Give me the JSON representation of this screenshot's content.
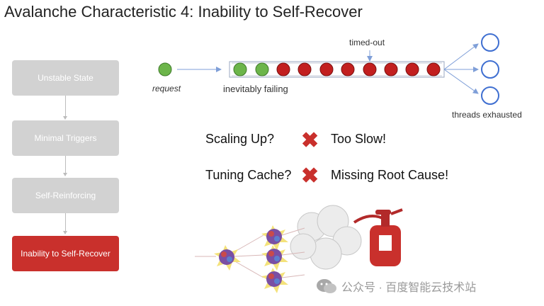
{
  "title": "Avalanche Characteristic 4: Inability to Self-Recover",
  "steps": [
    "Unstable State",
    "Minimal Triggers",
    "Self-Reinforcing",
    "Inability to Self-Recover"
  ],
  "pipeline": {
    "request_label": "request",
    "failing_label": "inevitably failing",
    "timeout_label": "timed-out",
    "threads_label": "threads exhausted"
  },
  "statements": [
    {
      "question": "Scaling Up?",
      "answer": "Too Slow!"
    },
    {
      "question": "Tuning Cache?",
      "answer": "Missing Root Cause!"
    }
  ],
  "watermark": "公众号 · 百度智能云技术站",
  "colors": {
    "green": "#6cb54a",
    "red": "#c21f1f",
    "blue": "#3f6fd1",
    "step_gray": "#d2d2d2",
    "step_red": "#c9302c"
  },
  "icons": {
    "mark": "cross-icon",
    "extinguisher": "fire-extinguisher-icon"
  }
}
